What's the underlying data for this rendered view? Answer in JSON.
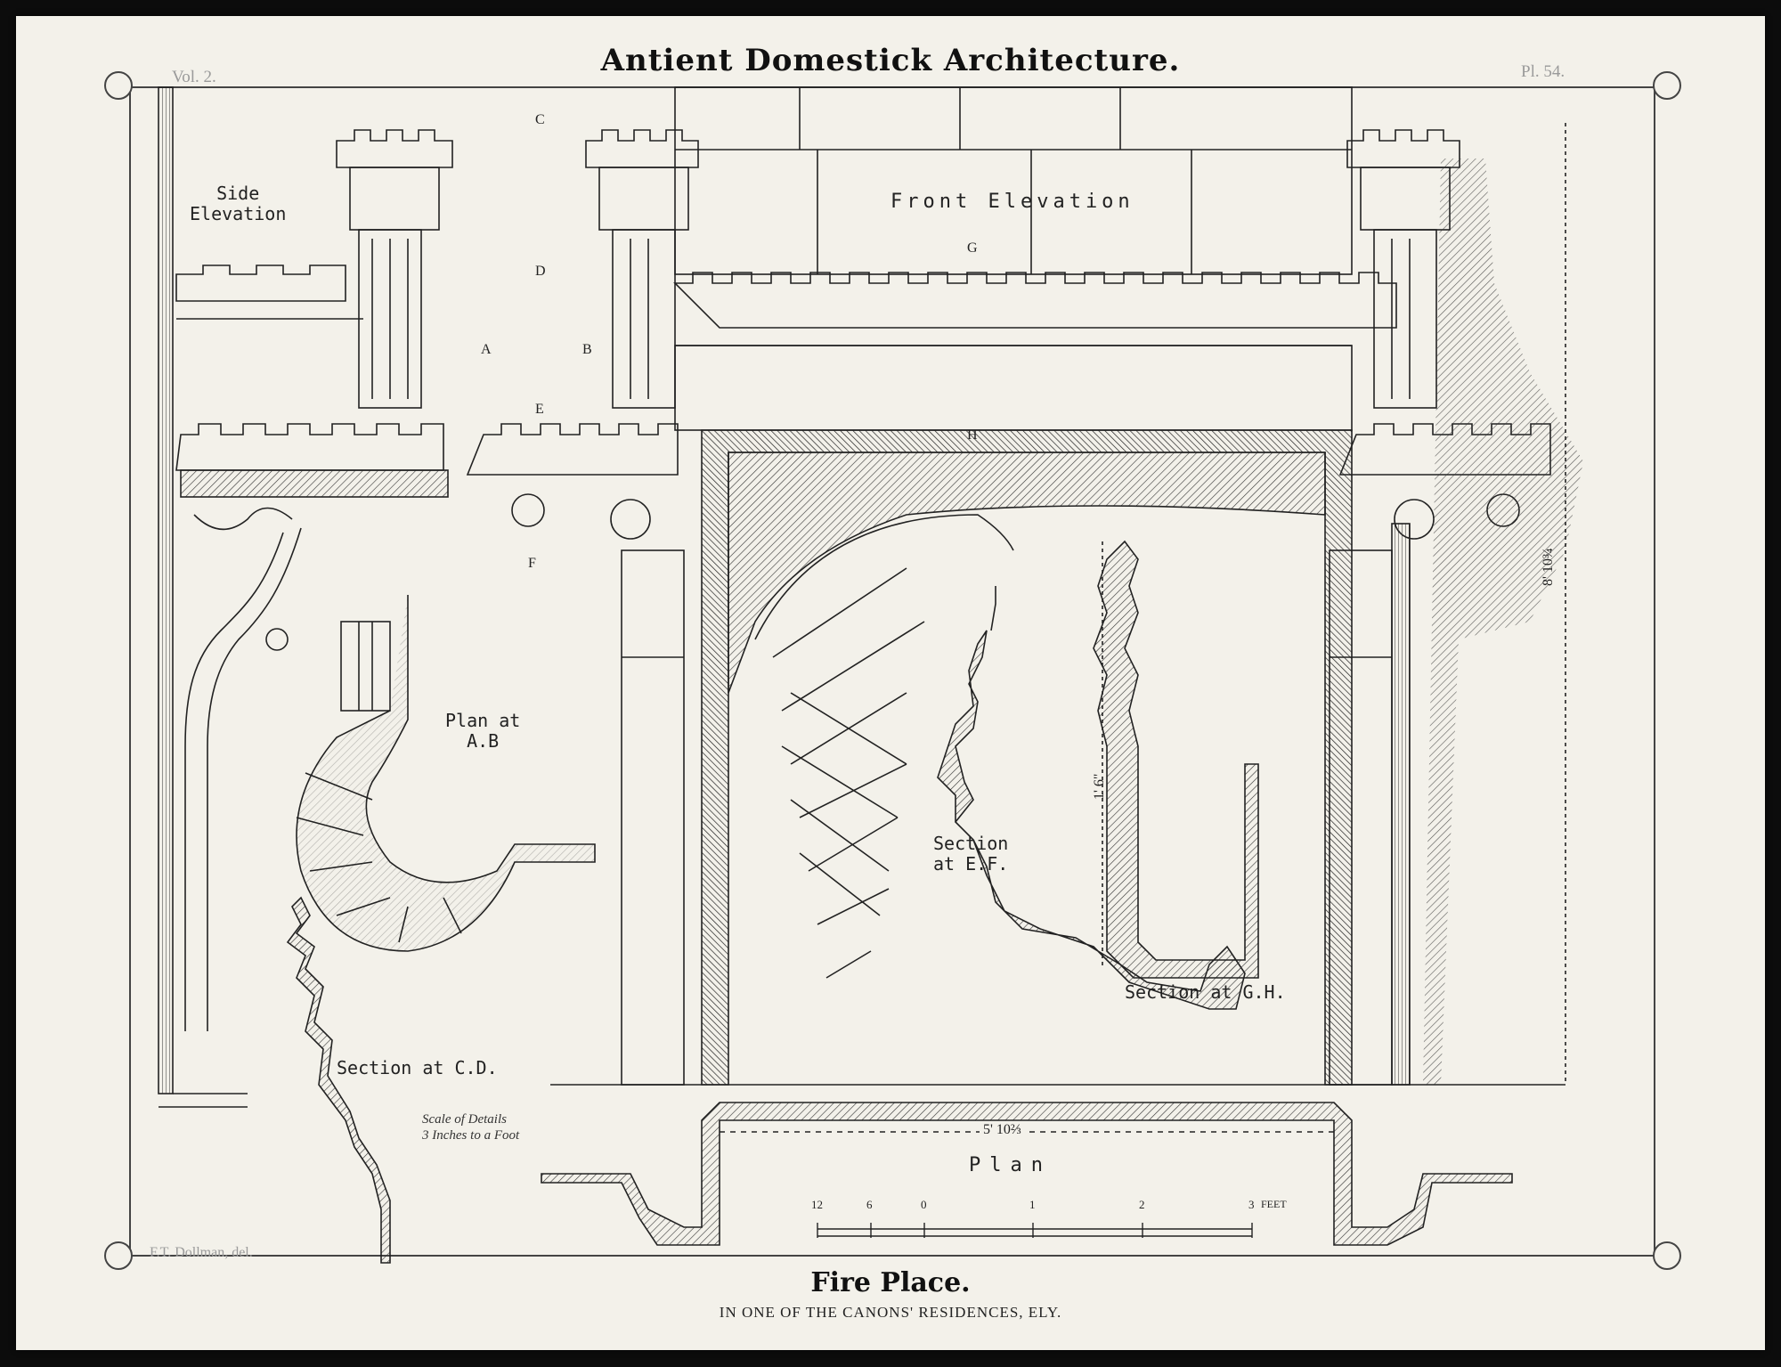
{
  "header": {
    "title": "Antient Domestick Architecture.",
    "volume": "Vol. 2.",
    "plate": "Pl. 54."
  },
  "labels": {
    "side_elevation": "Side\nElevation",
    "front_elevation": "Front Elevation",
    "plan_ab": "Plan at\nA.B",
    "section_ef": "Section\nat E.F.",
    "section_gh": "Section at G.H.",
    "section_cd": "Section at C.D.",
    "plan": "Plan",
    "scale_note": "Scale of Details\n3 Inches to a Foot",
    "dim_height": "8' 10¾",
    "dim_width": "5' 10⅔",
    "dim_section": "1' 6\""
  },
  "section_letters": [
    "A",
    "B",
    "C",
    "D",
    "E",
    "F",
    "G",
    "H"
  ],
  "scale_bar": {
    "ticks": [
      "12",
      "6",
      "0",
      "1",
      "2",
      "3"
    ],
    "unit": "FEET"
  },
  "footer": {
    "credit": "F.T. Dollman, del.",
    "caption_title": "Fire Place.",
    "caption_subtitle": "IN ONE OF THE CANONS' RESIDENCES, ELY."
  },
  "colors": {
    "paper": "#f3f1ea",
    "ink": "#1e1e1e",
    "background": "#0c0c0c"
  }
}
